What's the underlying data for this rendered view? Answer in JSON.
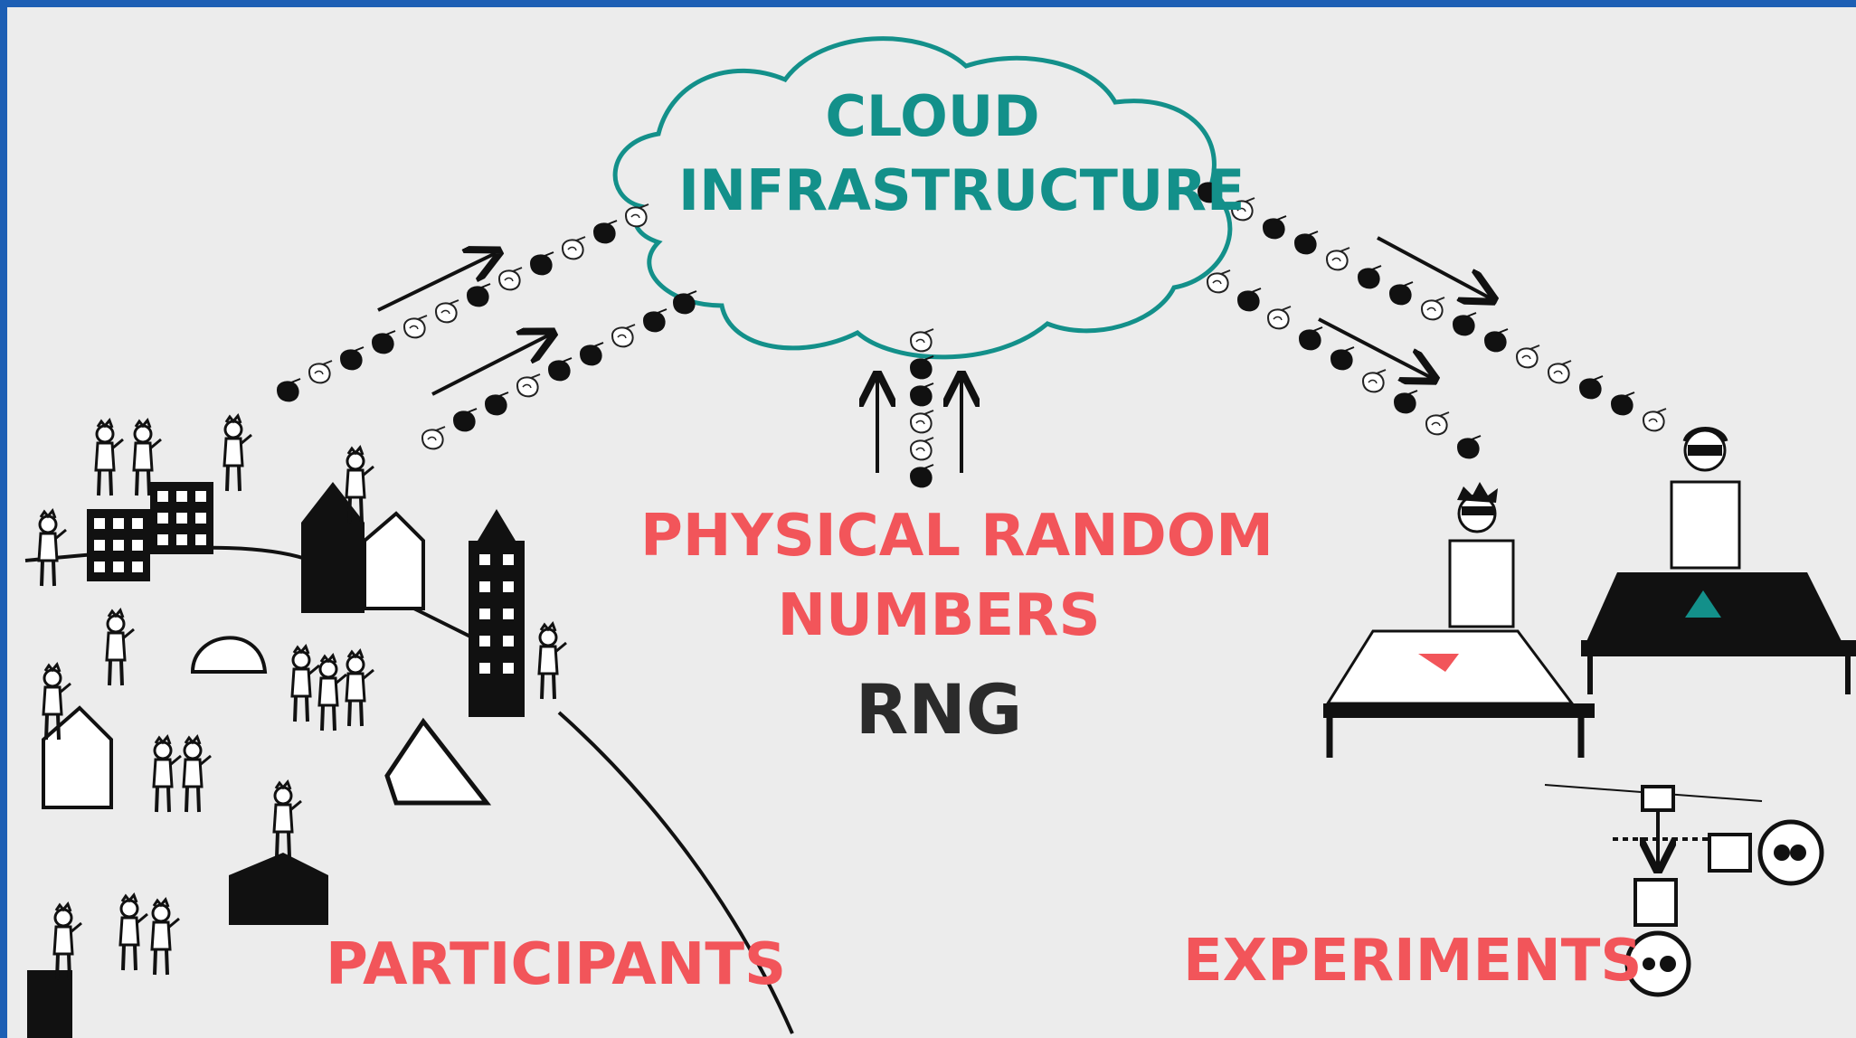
{
  "cloud": {
    "line1": "CLOUD",
    "line2": "INFRASTRUCTURE",
    "color": "#13908a"
  },
  "source": {
    "line1": "PHYSICAL RANDOM",
    "line2": "NUMBERS",
    "line3": "RNG",
    "color": "#f2555a"
  },
  "participants": {
    "label": "PARTICIPANTS"
  },
  "experiments": {
    "label": "EXPERIMENTS"
  },
  "colors": {
    "accent_red": "#f2555a",
    "accent_teal": "#13908a",
    "ink": "#111111",
    "background": "#ececec",
    "border": "#1d5fb4"
  }
}
